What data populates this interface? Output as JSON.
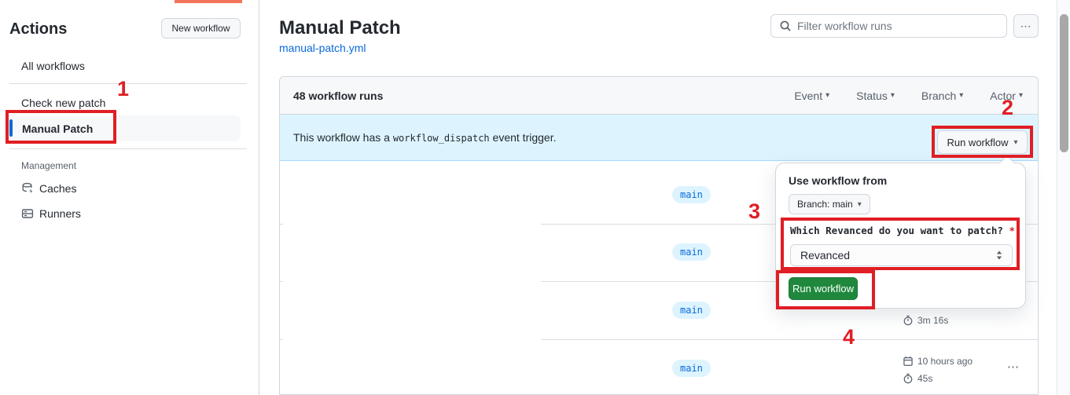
{
  "colors": {
    "accent_blue": "#0969da",
    "banner_bg": "#ddf4ff",
    "button_green": "#1f883d",
    "annotation_red": "#e01e24",
    "border": "#d0d7de"
  },
  "sidebar": {
    "title": "Actions",
    "new_workflow_button": "New workflow",
    "items": [
      {
        "label": "All workflows"
      },
      {
        "label": "Check new patch"
      },
      {
        "label": "Manual Patch",
        "selected": true
      }
    ],
    "management": {
      "label": "Management",
      "items": [
        {
          "label": "Caches",
          "icon": "caches-icon"
        },
        {
          "label": "Runners",
          "icon": "runners-icon"
        }
      ]
    }
  },
  "header": {
    "title": "Manual Patch",
    "file_link": "manual-patch.yml"
  },
  "toolbar": {
    "search_placeholder": "Filter workflow runs"
  },
  "table": {
    "runs_count_label": "48 workflow runs",
    "filters": [
      {
        "label": "Event"
      },
      {
        "label": "Status"
      },
      {
        "label": "Branch"
      },
      {
        "label": "Actor"
      }
    ],
    "banner": {
      "text_before": "This workflow has a",
      "code": "workflow_dispatch",
      "text_after": "event trigger.",
      "run_workflow_button": "Run workflow"
    },
    "rows": [
      {
        "branch": "main"
      },
      {
        "branch": "main"
      },
      {
        "branch": "main",
        "duration": "3m 16s"
      },
      {
        "branch": "main",
        "started": "10 hours ago",
        "duration": "45s"
      }
    ]
  },
  "run_dialog": {
    "use_workflow_from": "Use workflow from",
    "branch_button": "Branch: main",
    "input_label": "Which Revanced do you want to patch?",
    "required_mark": "*",
    "select_value": "Revanced",
    "run_button": "Run workflow"
  },
  "annotations": {
    "n1": "1",
    "n2": "2",
    "n3": "3",
    "n4": "4"
  },
  "icons": {
    "caret_down": "▾",
    "kebab": "⋯"
  }
}
